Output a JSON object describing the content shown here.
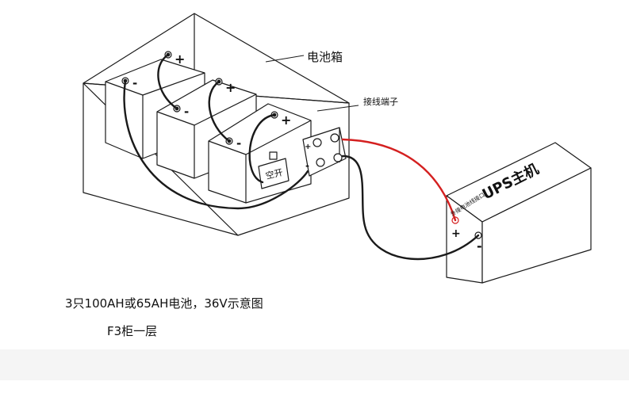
{
  "labels": {
    "battery_box": "电池箱",
    "terminal_block": "接线端子",
    "breaker": "空开",
    "ups_host": "UPS主机",
    "ups_port": "外接电池线接口",
    "plus": "+",
    "minus": "-"
  },
  "captions": {
    "line1": "3只100AH或65AH电池，36V示意图",
    "line2": "F3柜一层"
  },
  "colors": {
    "positive_wire": "#d42020",
    "negative_wire": "#1a1a1a",
    "outline": "#1a1a1a",
    "footer_band": "#f5f5f5"
  }
}
